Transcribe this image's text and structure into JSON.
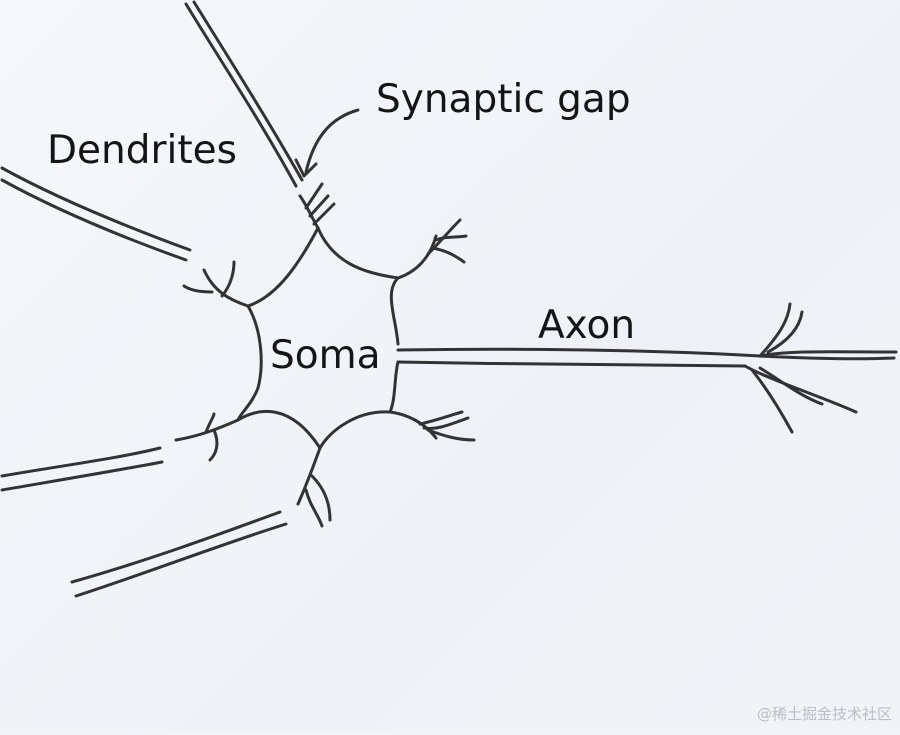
{
  "labels": {
    "dendrites": "Dendrites",
    "synaptic_gap": "Synaptic gap",
    "soma": "Soma",
    "axon": "Axon"
  },
  "watermark": "@稀土掘金技术社区",
  "colors": {
    "ink": "#333333",
    "background": "#f2f5f8"
  }
}
